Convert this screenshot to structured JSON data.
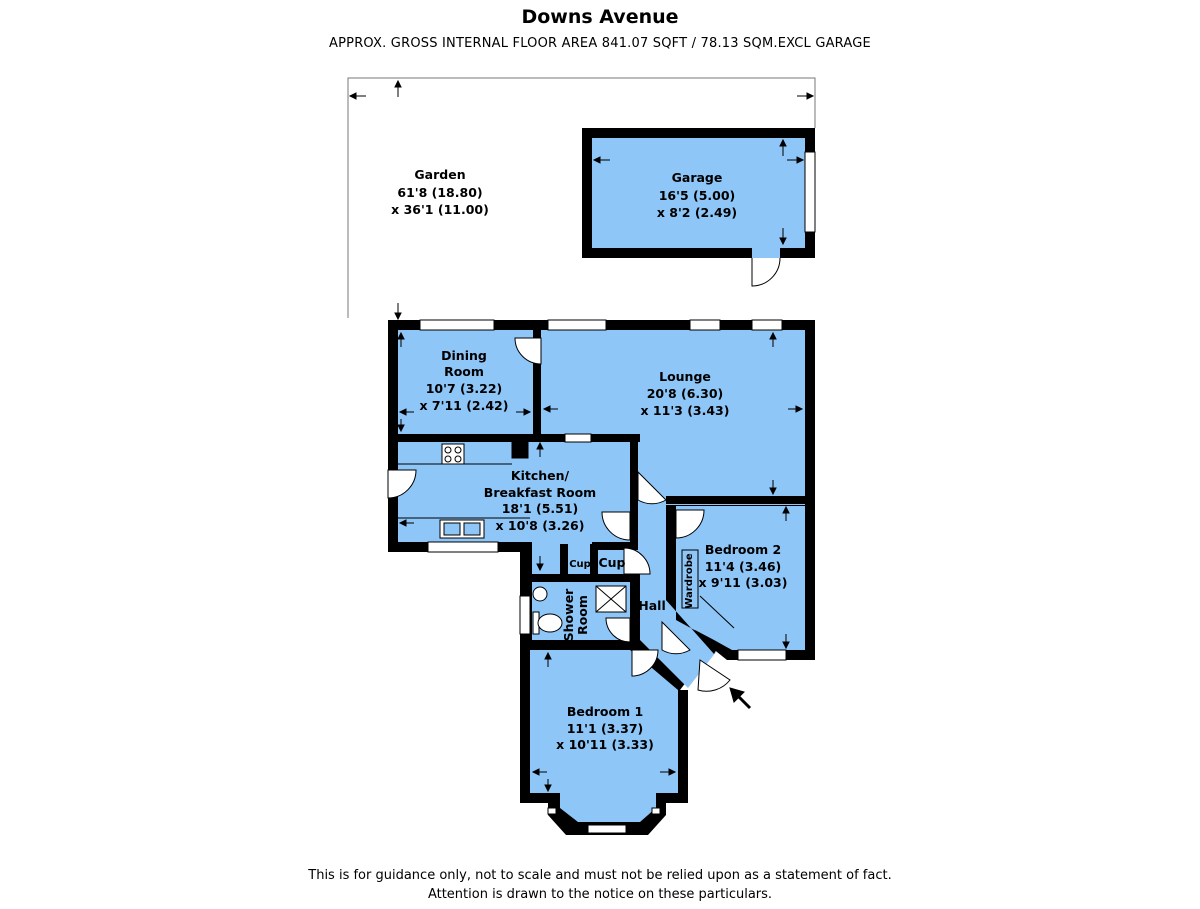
{
  "header": {
    "title": "Downs Avenue",
    "subtitle": "APPROX. GROSS INTERNAL FLOOR AREA 841.07 SQFT / 78.13 SQM.EXCL GARAGE"
  },
  "colors": {
    "room_fill": "#8ec6f7",
    "wall": "#000000",
    "window": "#ffffff",
    "background": "#ffffff"
  },
  "rooms": {
    "garden": {
      "name": "Garden",
      "dim1": "61'8 (18.80)",
      "dim2": "x 36'1 (11.00)"
    },
    "garage": {
      "name": "Garage",
      "dim1": "16'5 (5.00)",
      "dim2": "x 8'2 (2.49)"
    },
    "dining": {
      "name1": "Dining",
      "name2": "Room",
      "dim1": "10'7 (3.22)",
      "dim2": "x 7'11 (2.42)"
    },
    "lounge": {
      "name": "Lounge",
      "dim1": "20'8 (6.30)",
      "dim2": "x 11'3 (3.43)"
    },
    "kitchen": {
      "name1": "Kitchen/",
      "name2": "Breakfast Room",
      "dim1": "18'1 (5.51)",
      "dim2": "x 10'8 (3.26)"
    },
    "bedroom2": {
      "name": "Bedroom 2",
      "dim1": "11'4 (3.46)",
      "dim2": "x 9'11 (3.03)"
    },
    "bedroom1": {
      "name": "Bedroom 1",
      "dim1": "11'1 (3.37)",
      "dim2": "x 10'11 (3.33)"
    },
    "shower": {
      "name1": "Shower",
      "name2": "Room"
    },
    "hall": {
      "name": "Hall"
    },
    "cup_small": {
      "name": "Cup"
    },
    "cup_large": {
      "name": "Cup"
    },
    "wardrobe": {
      "name": "Wardrobe"
    }
  },
  "footer": {
    "line1": "This is for guidance only, not to scale and must not be relied upon as a statement of fact.",
    "line2": "Attention is drawn to the notice on these particulars."
  }
}
